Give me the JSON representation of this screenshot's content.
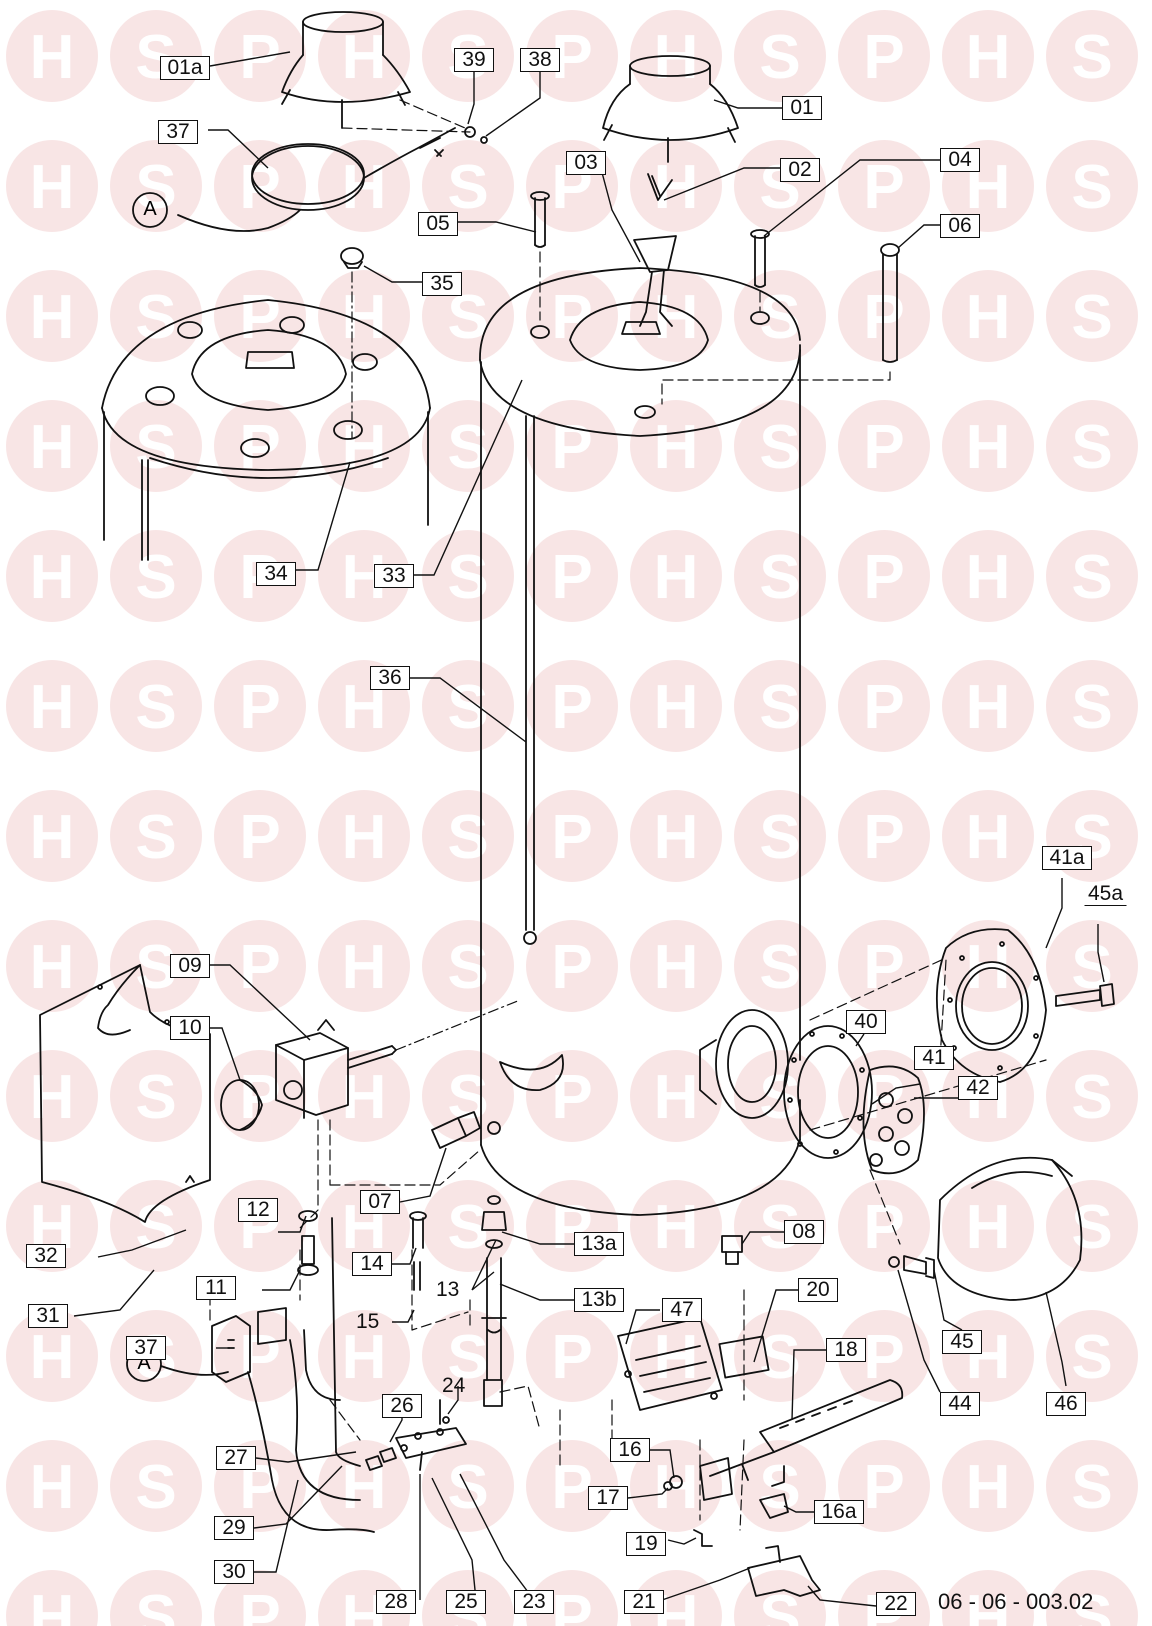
{
  "watermark": {
    "letters": [
      "H",
      "S",
      "P"
    ],
    "color": "#f3cfd0"
  },
  "drawing_number": "06 - 06 - 003.02",
  "connector_label": "A",
  "part_labels": [
    "01a",
    "39",
    "38",
    "01",
    "37",
    "03",
    "02",
    "04",
    "05",
    "06",
    "35",
    "34",
    "33",
    "36",
    "41a",
    "45a",
    "09",
    "40",
    "10",
    "41",
    "42",
    "07",
    "08",
    "32",
    "12",
    "13a",
    "31",
    "11",
    "14",
    "13",
    "13b",
    "15",
    "47",
    "20",
    "37",
    "18",
    "24",
    "26",
    "16",
    "27",
    "17",
    "16a",
    "29",
    "19",
    "30",
    "28",
    "25",
    "23",
    "21",
    "22",
    "44",
    "45",
    "46"
  ]
}
